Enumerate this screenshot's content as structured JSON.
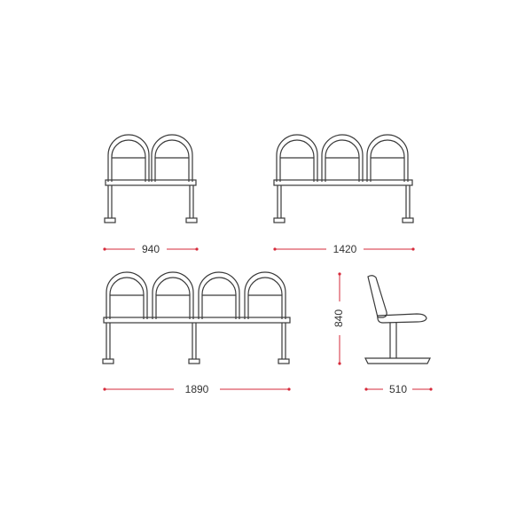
{
  "colors": {
    "outline": "#3a3a3a",
    "dimension_line": "#d62a3a",
    "text": "#333333",
    "background": "#ffffff"
  },
  "dimensions": {
    "two_seat_width": "940",
    "three_seat_width": "1420",
    "four_seat_width": "1890",
    "chair_height": "840",
    "chair_depth": "510"
  }
}
